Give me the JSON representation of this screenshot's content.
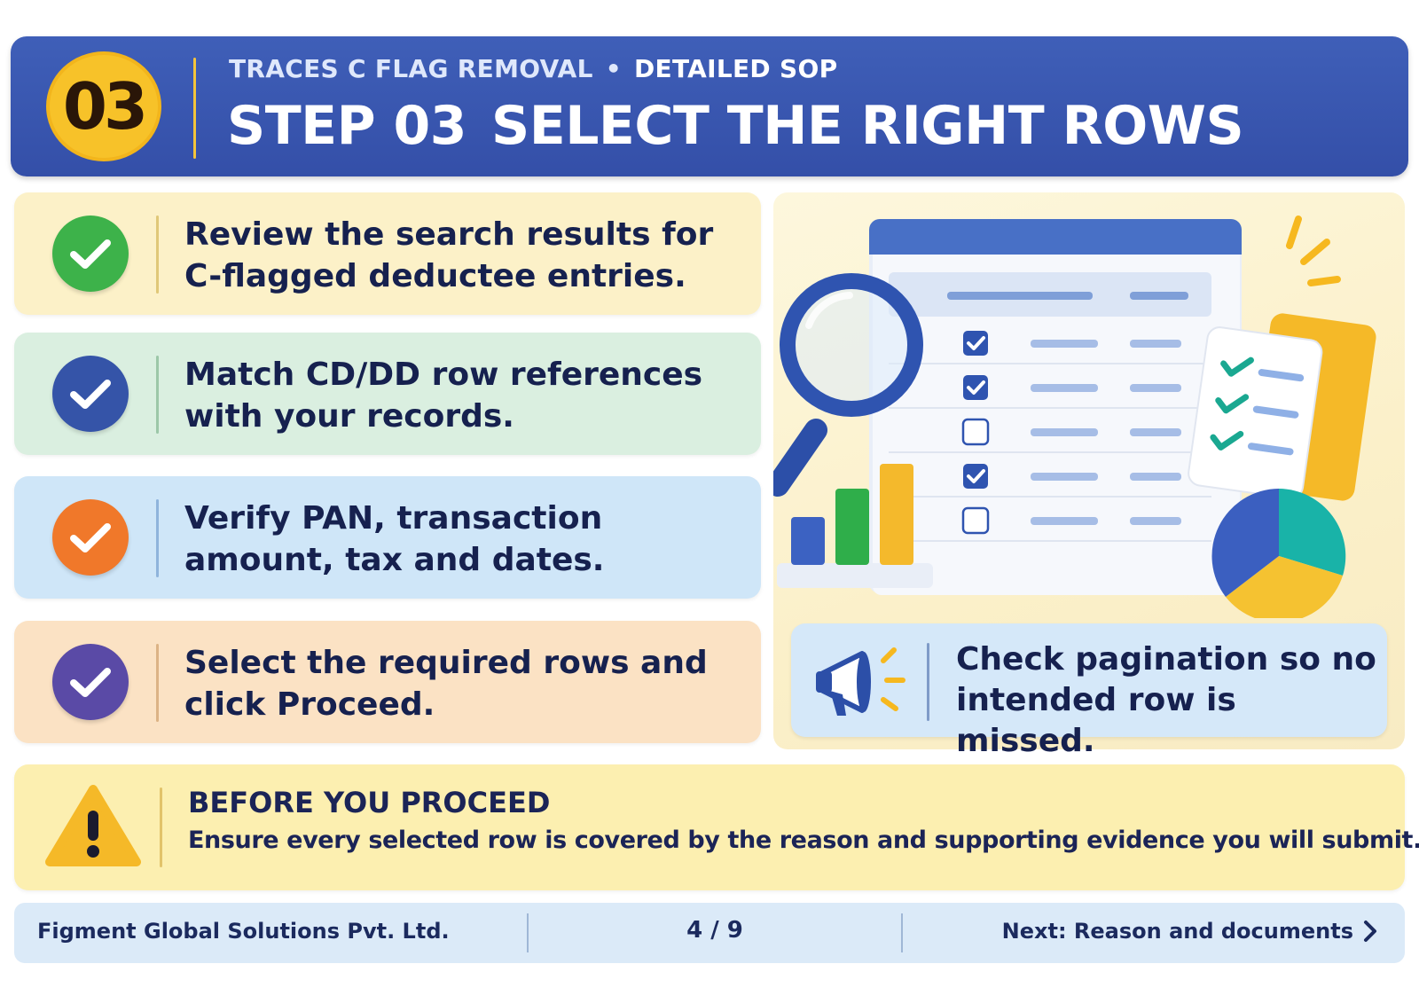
{
  "header": {
    "step_number": "03",
    "subtitle": "TRACES C FLAG REMOVAL",
    "separator": "•",
    "subtitle_tag": "DETAILED SOP",
    "title_step": "STEP 03",
    "title_main": "SELECT THE RIGHT ROWS",
    "background_color": "#3f5fb8",
    "badge_color": "#f7c229"
  },
  "steps": [
    {
      "text": "Review the search results for C-flagged deductee entries.",
      "icon": "check-circle-icon",
      "accent": "#3db24a",
      "background": "#fcf1c8"
    },
    {
      "text": "Match CD/DD row references with your records.",
      "icon": "check-circle-icon",
      "accent": "#3554a8",
      "background": "#daefe0"
    },
    {
      "text": "Verify PAN, transaction amount, tax and dates.",
      "icon": "check-circle-icon",
      "accent": "#f0782a",
      "background": "#cfe6f8"
    },
    {
      "text": "Select the required rows and click Proceed.",
      "icon": "check-circle-icon",
      "accent": "#5a4aa6",
      "background": "#fbe2c4"
    }
  ],
  "illustration": {
    "table_rows_checked": [
      true,
      true,
      false,
      true,
      false
    ],
    "bar_colors": [
      "#3c62c2",
      "#2fae4a",
      "#f4b92c"
    ],
    "pie_colors": [
      "#3b5fc0",
      "#19b3a8",
      "#f5c231"
    ]
  },
  "tip": {
    "text": "Check pagination so no intended row is missed.",
    "icon": "megaphone-icon"
  },
  "warning": {
    "title": "BEFORE YOU PROCEED",
    "body": "Ensure every selected row is covered by the reason and supporting evidence you will submit.",
    "icon": "warning-triangle-icon"
  },
  "footer": {
    "company": "Figment Global Solutions Pvt. Ltd.",
    "page": "4 / 9",
    "next": "Next: Reason and documents",
    "next_icon": "chevron-right-icon"
  }
}
